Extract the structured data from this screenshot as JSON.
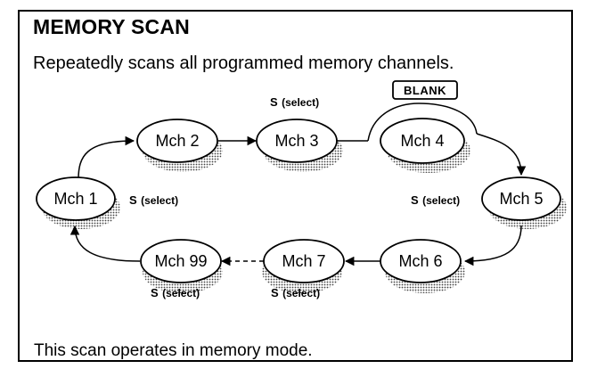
{
  "title": "MEMORY SCAN",
  "subtitle": "Repeatedly scans all programmed memory channels.",
  "footer": "This scan operates in memory mode.",
  "blank_tag": "BLANK",
  "select_key": "S",
  "select_text": "(select)",
  "channels": {
    "mch1": "Mch 1",
    "mch2": "Mch 2",
    "mch3": "Mch 3",
    "mch4": "Mch 4",
    "mch5": "Mch 5",
    "mch6": "Mch 6",
    "mch7": "Mch 7",
    "mch99": "Mch 99"
  }
}
